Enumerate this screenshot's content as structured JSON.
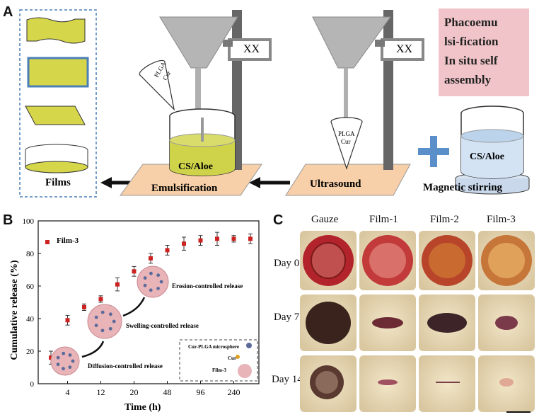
{
  "panels": {
    "a": "A",
    "b": "B",
    "c": "C"
  },
  "schematic": {
    "films_label": "Films",
    "emulsification_label": "Emulsification",
    "ultrasound_label": "Ultrasound",
    "magnetic_label": "Magnetic stirring",
    "cs_aloe_1": "CS/Aloe",
    "cs_aloe_2": "CS/Aloe",
    "xx_1": "XX",
    "xx_2": "XX",
    "plga_1": "PLGA",
    "cur_1": "Cur",
    "plga_2": "PLGA",
    "cur_2": "Cur",
    "phaco_lines": [
      "Phacoemu",
      "lsi-fication",
      "In situ self",
      "assembly"
    ]
  },
  "chart_data": {
    "type": "scatter",
    "xlabel": "Time (h)",
    "ylabel": "Cumulative release (%)",
    "ylim": [
      0,
      100
    ],
    "y_ticks": [
      "0",
      "20",
      "40",
      "60",
      "80",
      "100"
    ],
    "x_tick_labels": [
      "4",
      "12",
      "20",
      "48",
      "96",
      "240"
    ],
    "legend": "Film-3",
    "legend_position": "top-left",
    "series": [
      {
        "name": "Film-3",
        "color": "#cc2222",
        "points": [
          {
            "x": "2",
            "y": 16,
            "err": 4
          },
          {
            "x": "4",
            "y": 39,
            "err": 3
          },
          {
            "x": "8",
            "y": 47,
            "err": 2
          },
          {
            "x": "12",
            "y": 52,
            "err": 2
          },
          {
            "x": "16",
            "y": 61,
            "err": 4
          },
          {
            "x": "20",
            "y": 69,
            "err": 3
          },
          {
            "x": "24",
            "y": 77,
            "err": 3
          },
          {
            "x": "48",
            "y": 82,
            "err": 3
          },
          {
            "x": "72",
            "y": 86,
            "err": 4
          },
          {
            "x": "96",
            "y": 88,
            "err": 3
          },
          {
            "x": "168",
            "y": 89,
            "err": 4
          },
          {
            "x": "240",
            "y": 89,
            "err": 2
          },
          {
            "x": "336",
            "y": 89,
            "err": 3
          }
        ]
      }
    ],
    "annotations": {
      "diffusion": "Diffusion-controlled release",
      "swelling": "Swelling-controlled release",
      "erosion": "Erosion-controlled release",
      "key_title": "Cur-PLGA microsphere",
      "key_cur": "Cur",
      "key_film": "Film-3"
    }
  },
  "wounds": {
    "columns": [
      "Gauze",
      "Film-1",
      "Film-2",
      "Film-3"
    ],
    "rows": [
      "Day 0",
      "Day 7",
      "Day 14"
    ]
  }
}
